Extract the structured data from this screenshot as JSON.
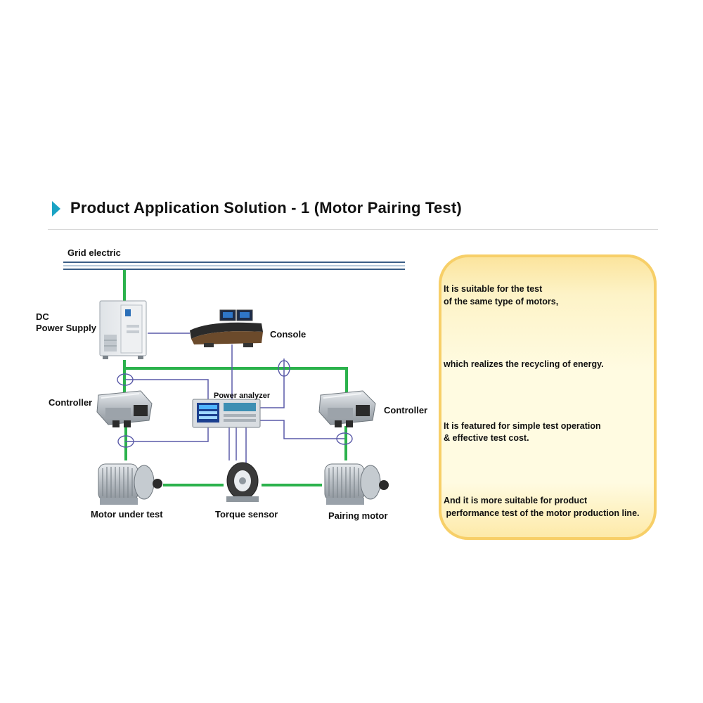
{
  "header": {
    "title": "Product Application Solution - 1 (Motor Pairing Test)"
  },
  "diagram": {
    "grid_label": "Grid electric",
    "dc_label_line1": "DC",
    "dc_label_line2": "Power Supply",
    "console_label": "Console",
    "analyzer_label": "Power analyzer",
    "controller_left_label": "Controller",
    "controller_right_label": "Controller",
    "motor_test_label": "Motor under test",
    "torque_label": "Torque sensor",
    "pairing_label": "Pairing motor"
  },
  "notes": [
    {
      "line1": "It is suitable for the test",
      "line2": "of the same type of motors,"
    },
    {
      "line1": "which realizes the recycling of energy."
    },
    {
      "line1": "It is featured for simple test operation",
      "line2": "& effective test cost."
    },
    {
      "line1": "And it is more suitable for product",
      "line2": " performance test of the motor production line."
    }
  ],
  "colors": {
    "accent": "#1aa3c4",
    "power_line": "#2bb24c",
    "signal_line": "#5a5aa8",
    "grid_line": "#3b5e86",
    "note_border": "#f7cf68"
  }
}
